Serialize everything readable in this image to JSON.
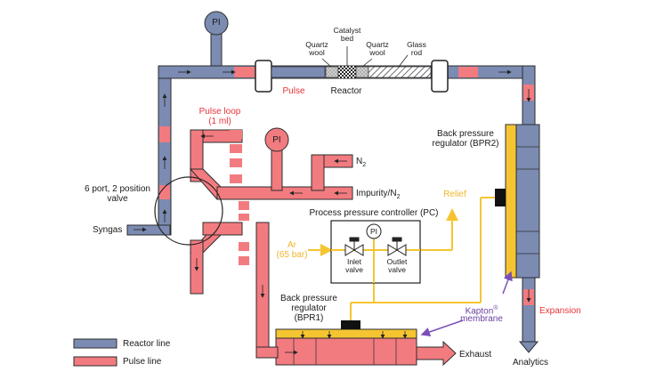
{
  "labels": {
    "pi_top": "PI",
    "pi_pulse": "PI",
    "pi_pc": "PI",
    "catalyst_bed": "Catalyst\nbed",
    "quartz_wool_left": "Quartz\nwool",
    "quartz_wool_right": "Quartz\nwool",
    "glass_rod": "Glass\nrod",
    "pulse": "Pulse",
    "reactor": "Reactor",
    "pulse_loop": "Pulse loop\n(1 ml)",
    "n2": "N",
    "n2_sub": "2",
    "impurity": "Impurity/N",
    "impurity_sub": "2",
    "valve6": "6 port, 2 position\nvalve",
    "syngas": "Syngas",
    "pc": "Process pressure controller (PC)",
    "ar": "Ar\n(65 bar)",
    "inlet_valve": "Inlet\nvalve",
    "outlet_valve": "Outlet\nvalve",
    "relief": "Relief",
    "bpr2": "Back pressure\nregulator (BPR2)",
    "bpr1": "Back pressure\nregulator\n(BPR1)",
    "kapton": "Kapton",
    "kapton_sup": "®",
    "kapton_membrane": "membrane",
    "expansion": "Expansion",
    "exhaust": "Exhaust",
    "analytics": "Analytics"
  },
  "legend": [
    {
      "label": "Reactor line",
      "color": "#7b8bb2"
    },
    {
      "label": "Pulse line",
      "color": "#f27b80"
    }
  ],
  "colors": {
    "reactor": "#7b8bb2",
    "pulse": "#f27b80",
    "yellow": "#f5c531",
    "purple": "#7a4fb8"
  }
}
